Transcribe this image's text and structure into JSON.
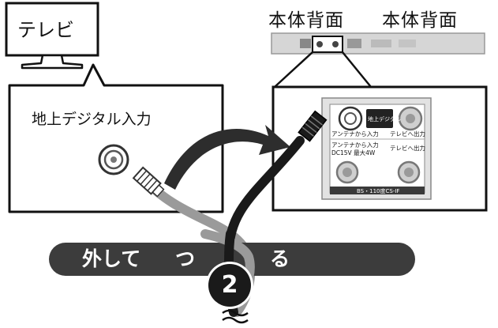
{
  "tv": {
    "label": "テレビ"
  },
  "recorder": {
    "title_1": "本体背面",
    "title_2": "本体背面"
  },
  "tv_panel": {
    "input_label": "地上デジタル入力"
  },
  "recorder_panel": {
    "terrestrial_badge": "地上デジタル",
    "antenna_in": "アンテナから入力",
    "tv_out": "テレビへ出力",
    "antenna_in_bs": "アンテナから入力",
    "bs_power": "DC15V 最大4W",
    "tv_out_bs": "テレビへ出力",
    "bs_footer": "BS・110度CS-IF"
  },
  "step": {
    "number": "2",
    "text_left": "外して",
    "text_mid": "つ",
    "text_right": "る"
  },
  "colors": {
    "cable_dark": "#1a1a1a",
    "cable_light": "#9a9a9a",
    "arrow": "#2d2d2d",
    "bar": "#3c3c3c"
  }
}
